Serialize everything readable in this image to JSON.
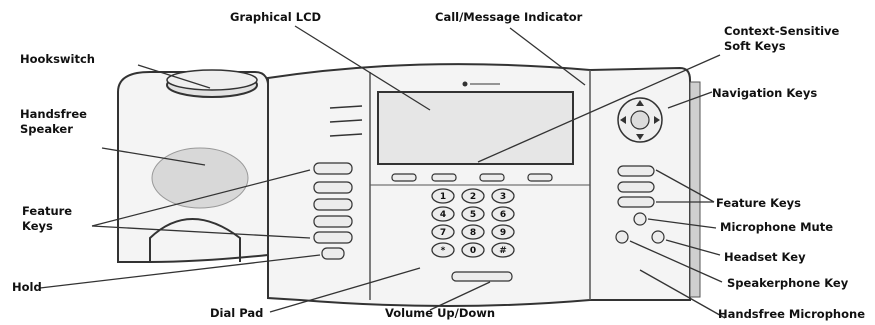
{
  "labels": {
    "graphical_lcd": "Graphical LCD",
    "call_message_indicator": "Call/Message Indicator",
    "context_soft_keys_1": "Context-Sensitive",
    "context_soft_keys_2": "Soft Keys",
    "hookswitch": "Hookswitch",
    "handsfree_speaker_1": "Handsfree",
    "handsfree_speaker_2": "Speaker",
    "navigation_keys": "Navigation Keys",
    "feature_keys_right": "Feature Keys",
    "feature_keys_left_1": "Feature",
    "feature_keys_left_2": "Keys",
    "microphone_mute": "Microphone Mute",
    "headset_key": "Headset Key",
    "hold": "Hold",
    "speakerphone_key": "Speakerphone Key",
    "dial_pad": "Dial Pad",
    "volume_up_down": "Volume Up/Down",
    "handsfree_microphone": "Handsfree Microphone"
  },
  "dial_keys": [
    "1",
    "2",
    "3",
    "4",
    "5",
    "6",
    "7",
    "8",
    "9",
    "*",
    "0",
    "#"
  ],
  "colors": {
    "ink": "#111111",
    "line": "#333333",
    "body": "#f4f4f4",
    "shade": "#d8d8d8"
  }
}
